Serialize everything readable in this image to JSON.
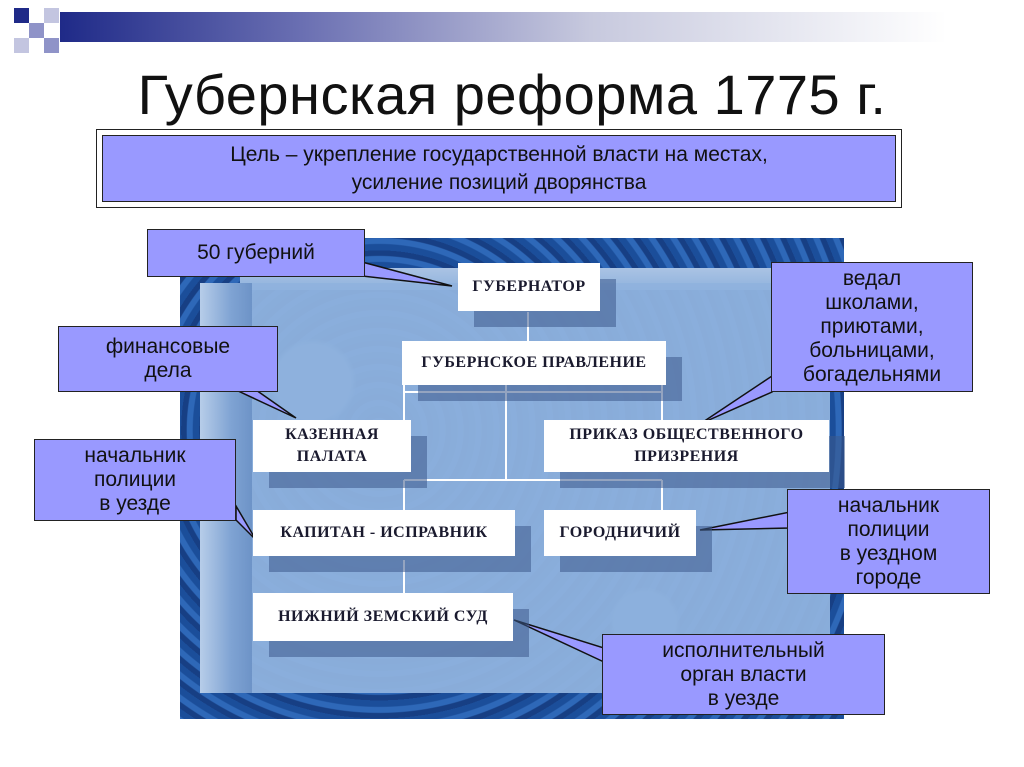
{
  "title": "Губернская реформа 1775 г.",
  "goal": "Цель – укрепление государственной власти на местах,\nусиление позиций дворянства",
  "nodes": {
    "governor": "ГУБЕРНАТОР",
    "provincial_board": "ГУБЕРНСКОЕ ПРАВЛЕНИЕ",
    "treasury": "КАЗЕННАЯ\nПАЛАТА",
    "public_charity": "ПРИКАЗ ОБЩЕСТВЕННОГО\nПРИЗРЕНИЯ",
    "captain_ispravnik": "КАПИТАН - ИСПРАВНИК",
    "gorodnichy": "ГОРОДНИЧИЙ",
    "lower_zemsky_court": "НИЖНИЙ ЗЕМСКИЙ СУД"
  },
  "callouts": {
    "provinces": "50 губерний",
    "finance": "финансовые\nдела",
    "schools": "ведал\nшколами,\nприютами,\nбольницами,\nбогадельнями",
    "county_police": "начальник\nполиции\nв уезде",
    "town_police": "начальник\nполиции\nв уездном\nгороде",
    "executive": "исполнительный\nорган власти\nв уезде"
  },
  "colors": {
    "callout_fill": "#9999ff",
    "node_fill": "#ffffff",
    "panel_blue": "#1c4f9c",
    "title_bar": "#1f2a88"
  }
}
